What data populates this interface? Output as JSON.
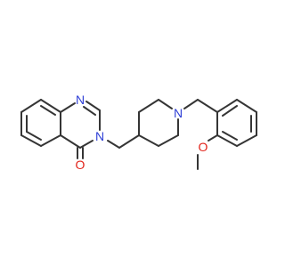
{
  "molecule": {
    "atoms": {
      "n1": {
        "symbol": "N",
        "color": "#2e3fd6"
      },
      "n3": {
        "symbol": "N",
        "color": "#2e3fd6"
      },
      "n_pip": {
        "symbol": "N",
        "color": "#2e3fd6"
      },
      "o_carbonyl": {
        "symbol": "O",
        "color": "#e2231a"
      },
      "o_methoxy": {
        "symbol": "O",
        "color": "#e2231a"
      }
    },
    "bond_color": "#353535"
  }
}
